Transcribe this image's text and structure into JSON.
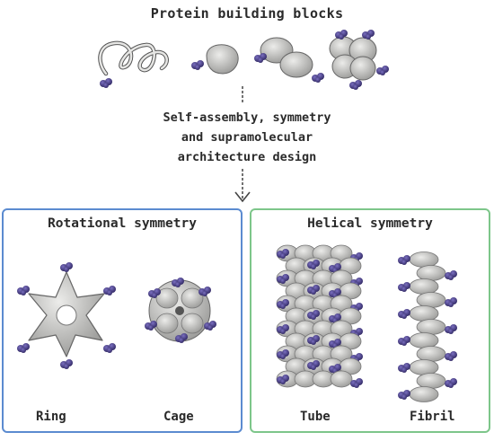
{
  "header": {
    "title": "Protein building blocks"
  },
  "process": {
    "lines": [
      "Self-assembly, symmetry",
      "and supramolecular",
      "architecture design"
    ]
  },
  "panels": [
    {
      "title": "Rotational symmetry",
      "items": [
        "Ring",
        "Cage"
      ]
    },
    {
      "title": "Helical symmetry",
      "items": [
        "Tube",
        "Fibril"
      ]
    }
  ],
  "colors": {
    "rotational_border": "#5b8bd0",
    "helical_border": "#7dc68a",
    "protein_fill": "#c9c9c7",
    "tag_color": "#4a3f86"
  }
}
